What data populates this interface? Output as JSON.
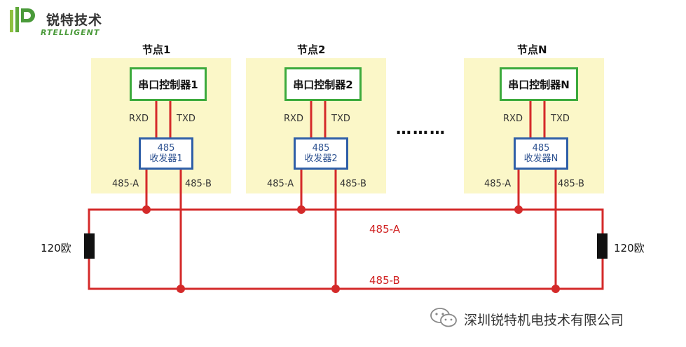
{
  "logo": {
    "cn": "锐特技术",
    "en": "RTELLIGENT"
  },
  "nodes": [
    {
      "title": "节点1",
      "controller": "串口控制器1",
      "rxd": "RXD",
      "txd": "TXD",
      "transceiver_top": "485",
      "transceiver_bottom": "收发器1",
      "a_label": "485-A",
      "b_label": "485-B"
    },
    {
      "title": "节点2",
      "controller": "串口控制器2",
      "rxd": "RXD",
      "txd": "TXD",
      "transceiver_top": "485",
      "transceiver_bottom": "收发器2",
      "a_label": "485-A",
      "b_label": "485-B"
    },
    {
      "title": "节点N",
      "controller": "串口控制器N",
      "rxd": "RXD",
      "txd": "TXD",
      "transceiver_top": "485",
      "transceiver_bottom": "收发器N",
      "a_label": "485-A",
      "b_label": "485-B"
    }
  ],
  "ellipsis": "………",
  "bus": {
    "a_label": "485-A",
    "b_label": "485-B"
  },
  "resistors": {
    "left": "120欧",
    "right": "120欧"
  },
  "footer": {
    "text": "深圳锐特机电技术有限公司"
  },
  "colors": {
    "node_bg": "#fbf7c8",
    "controller_border": "#3caa3c",
    "transceiver_border": "#2f5fa8",
    "wire": "#d42a2a",
    "resistor": "#111111"
  }
}
